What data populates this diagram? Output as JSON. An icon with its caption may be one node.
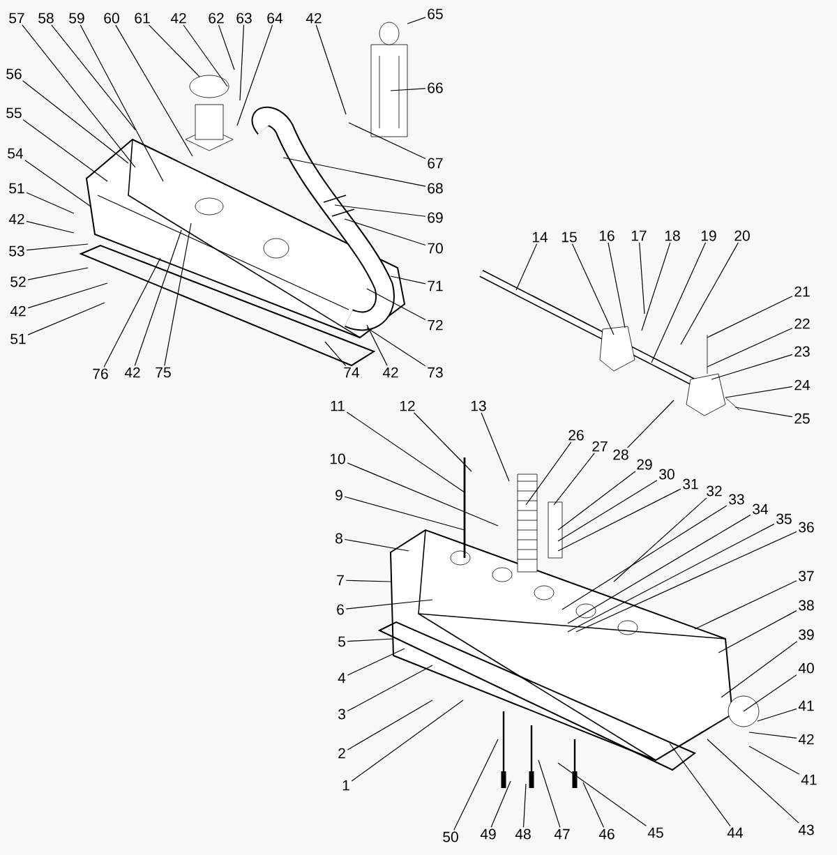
{
  "diagram": {
    "nodes": [
      {
        "text": [
          "1"
        ]
      },
      {
        "text": [
          "2"
        ]
      },
      {
        "text": [
          "3"
        ]
      },
      {
        "text": [
          "4"
        ]
      },
      {
        "text": [
          "5"
        ]
      },
      {
        "text": [
          "6"
        ]
      },
      {
        "text": [
          "7"
        ]
      },
      {
        "text": [
          "8"
        ]
      },
      {
        "text": [
          "9"
        ]
      },
      {
        "text": [
          "10"
        ]
      },
      {
        "text": [
          "11"
        ]
      },
      {
        "text": [
          "12"
        ]
      },
      {
        "text": [
          "13"
        ]
      },
      {
        "text": [
          "14"
        ]
      },
      {
        "text": [
          "15"
        ]
      },
      {
        "text": [
          "16"
        ]
      },
      {
        "text": [
          "17"
        ]
      },
      {
        "text": [
          "18"
        ]
      },
      {
        "text": [
          "19"
        ]
      },
      {
        "text": [
          "20"
        ]
      },
      {
        "text": [
          "21"
        ]
      },
      {
        "text": [
          "22"
        ]
      },
      {
        "text": [
          "23"
        ]
      },
      {
        "text": [
          "24"
        ]
      },
      {
        "text": [
          "25"
        ]
      },
      {
        "text": [
          "26"
        ]
      },
      {
        "text": [
          "27"
        ]
      },
      {
        "text": [
          "28"
        ]
      },
      {
        "text": [
          "29"
        ]
      },
      {
        "text": [
          "30"
        ]
      },
      {
        "text": [
          "31"
        ]
      },
      {
        "text": [
          "32"
        ]
      },
      {
        "text": [
          "33"
        ]
      },
      {
        "text": [
          "34"
        ]
      },
      {
        "text": [
          "35"
        ]
      },
      {
        "text": [
          "36"
        ]
      },
      {
        "text": [
          "37"
        ]
      },
      {
        "text": [
          "38"
        ]
      },
      {
        "text": [
          "39"
        ]
      },
      {
        "text": [
          "40"
        ]
      },
      {
        "text": [
          "41"
        ]
      },
      {
        "text": [
          "42"
        ]
      },
      {
        "text": [
          "41"
        ]
      },
      {
        "text": [
          "43"
        ]
      },
      {
        "text": [
          "44"
        ]
      },
      {
        "text": [
          "45"
        ]
      },
      {
        "text": [
          "46"
        ]
      },
      {
        "text": [
          "47"
        ]
      },
      {
        "text": [
          "48"
        ]
      },
      {
        "text": [
          "49"
        ]
      },
      {
        "text": [
          "50"
        ]
      },
      {
        "text": [
          "51"
        ]
      },
      {
        "text": [
          "42"
        ]
      },
      {
        "text": [
          "53"
        ]
      },
      {
        "text": [
          "52"
        ]
      },
      {
        "text": [
          "42"
        ]
      },
      {
        "text": [
          "51"
        ]
      },
      {
        "text": [
          "54"
        ]
      },
      {
        "text": [
          "55"
        ]
      },
      {
        "text": [
          "56"
        ]
      },
      {
        "text": [
          "57"
        ]
      },
      {
        "text": [
          "58"
        ]
      },
      {
        "text": [
          "59"
        ]
      },
      {
        "text": [
          "60"
        ]
      },
      {
        "text": [
          "61"
        ]
      },
      {
        "text": [
          "42"
        ]
      },
      {
        "text": [
          "62"
        ]
      },
      {
        "text": [
          "63"
        ]
      },
      {
        "text": [
          "64"
        ]
      },
      {
        "text": [
          "42"
        ]
      },
      {
        "text": [
          "65"
        ]
      },
      {
        "text": [
          "66"
        ]
      },
      {
        "text": [
          "67"
        ]
      },
      {
        "text": [
          "68"
        ]
      },
      {
        "text": [
          "69"
        ]
      },
      {
        "text": [
          "70"
        ]
      },
      {
        "text": [
          "71"
        ]
      },
      {
        "text": [
          "72"
        ]
      },
      {
        "text": [
          "73"
        ]
      },
      {
        "text": [
          "74"
        ]
      },
      {
        "text": [
          "42"
        ]
      },
      {
        "text": [
          "75"
        ]
      },
      {
        "text": [
          "42"
        ]
      },
      {
        "text": [
          "76"
        ]
      }
    ],
    "edges": [
      {
        "from": 0,
        "to": null,
        "arrow": "none"
      },
      {
        "from": 1,
        "to": null,
        "arrow": "none"
      },
      {
        "from": 2,
        "to": null,
        "arrow": "none"
      },
      {
        "from": 3,
        "to": null,
        "arrow": "none"
      },
      {
        "from": 4,
        "to": null,
        "arrow": "none"
      },
      {
        "from": 5,
        "to": null,
        "arrow": "none"
      },
      {
        "from": 6,
        "to": null,
        "arrow": "none"
      },
      {
        "from": 7,
        "to": null,
        "arrow": "none"
      },
      {
        "from": 8,
        "to": null,
        "arrow": "none"
      },
      {
        "from": 9,
        "to": null,
        "arrow": "none"
      },
      {
        "from": 10,
        "to": null,
        "arrow": "none"
      },
      {
        "from": 11,
        "to": null,
        "arrow": "none"
      },
      {
        "from": 12,
        "to": null,
        "arrow": "none"
      },
      {
        "from": 13,
        "to": null,
        "arrow": "none"
      },
      {
        "from": 14,
        "to": null,
        "arrow": "none"
      },
      {
        "from": 15,
        "to": null,
        "arrow": "none"
      },
      {
        "from": 16,
        "to": null,
        "arrow": "none"
      },
      {
        "from": 17,
        "to": null,
        "arrow": "none"
      },
      {
        "from": 18,
        "to": null,
        "arrow": "none"
      },
      {
        "from": 19,
        "to": null,
        "arrow": "none"
      },
      {
        "from": 20,
        "to": null,
        "arrow": "none"
      },
      {
        "from": 21,
        "to": null,
        "arrow": "none"
      },
      {
        "from": 22,
        "to": null,
        "arrow": "none"
      },
      {
        "from": 23,
        "to": null,
        "arrow": "none"
      },
      {
        "from": 24,
        "to": null,
        "arrow": "none"
      },
      {
        "from": 25,
        "to": null,
        "arrow": "none"
      },
      {
        "from": 26,
        "to": null,
        "arrow": "none"
      },
      {
        "from": 27,
        "to": null,
        "arrow": "none"
      },
      {
        "from": 28,
        "to": null,
        "arrow": "none"
      },
      {
        "from": 29,
        "to": null,
        "arrow": "none"
      },
      {
        "from": 30,
        "to": null,
        "arrow": "none"
      },
      {
        "from": 31,
        "to": null,
        "arrow": "none"
      },
      {
        "from": 32,
        "to": null,
        "arrow": "none"
      },
      {
        "from": 33,
        "to": null,
        "arrow": "none"
      },
      {
        "from": 34,
        "to": null,
        "arrow": "none"
      },
      {
        "from": 35,
        "to": null,
        "arrow": "none"
      },
      {
        "from": 36,
        "to": null,
        "arrow": "none"
      },
      {
        "from": 37,
        "to": null,
        "arrow": "none"
      },
      {
        "from": 38,
        "to": null,
        "arrow": "none"
      },
      {
        "from": 39,
        "to": null,
        "arrow": "none"
      },
      {
        "from": 40,
        "to": null,
        "arrow": "none"
      },
      {
        "from": 41,
        "to": null,
        "arrow": "none"
      },
      {
        "from": 42,
        "to": null,
        "arrow": "none"
      },
      {
        "from": 43,
        "to": null,
        "arrow": "none"
      },
      {
        "from": 44,
        "to": null,
        "arrow": "none"
      },
      {
        "from": 45,
        "to": null,
        "arrow": "none"
      },
      {
        "from": 46,
        "to": null,
        "arrow": "none"
      },
      {
        "from": 47,
        "to": null,
        "arrow": "none"
      },
      {
        "from": 48,
        "to": null,
        "arrow": "none"
      },
      {
        "from": 49,
        "to": null,
        "arrow": "none"
      },
      {
        "from": 50,
        "to": null,
        "arrow": "none"
      },
      {
        "from": 51,
        "to": null,
        "arrow": "none"
      },
      {
        "from": 52,
        "to": null,
        "arrow": "none"
      },
      {
        "from": 53,
        "to": null,
        "arrow": "none"
      },
      {
        "from": 54,
        "to": null,
        "arrow": "none"
      },
      {
        "from": 55,
        "to": null,
        "arrow": "none"
      },
      {
        "from": 56,
        "to": null,
        "arrow": "none"
      },
      {
        "from": 57,
        "to": null,
        "arrow": "none"
      },
      {
        "from": 58,
        "to": null,
        "arrow": "none"
      },
      {
        "from": 59,
        "to": null,
        "arrow": "none"
      },
      {
        "from": 60,
        "to": null,
        "arrow": "none"
      },
      {
        "from": 61,
        "to": null,
        "arrow": "none"
      },
      {
        "from": 62,
        "to": null,
        "arrow": "none"
      },
      {
        "from": 63,
        "to": null,
        "arrow": "none"
      },
      {
        "from": 64,
        "to": null,
        "arrow": "none"
      },
      {
        "from": 65,
        "to": null,
        "arrow": "none"
      },
      {
        "from": 66,
        "to": null,
        "arrow": "none"
      },
      {
        "from": 67,
        "to": null,
        "arrow": "none"
      },
      {
        "from": 68,
        "to": null,
        "arrow": "none"
      },
      {
        "from": 69,
        "to": null,
        "arrow": "none"
      },
      {
        "from": 70,
        "to": null,
        "arrow": "none"
      },
      {
        "from": 71,
        "to": null,
        "arrow": "none"
      },
      {
        "from": 72,
        "to": null,
        "arrow": "none"
      },
      {
        "from": 73,
        "to": null,
        "arrow": "none"
      },
      {
        "from": 74,
        "to": null,
        "arrow": "none"
      },
      {
        "from": 75,
        "to": null,
        "arrow": "none"
      },
      {
        "from": 76,
        "to": null,
        "arrow": "none"
      },
      {
        "from": 77,
        "to": null,
        "arrow": "none"
      },
      {
        "from": 78,
        "to": null,
        "arrow": "none"
      },
      {
        "from": 79,
        "to": null,
        "arrow": "none"
      },
      {
        "from": 80,
        "to": null,
        "arrow": "none"
      },
      {
        "from": 81,
        "to": null,
        "arrow": "none"
      },
      {
        "from": 82,
        "to": null,
        "arrow": "none"
      },
      {
        "from": 83,
        "to": null,
        "arrow": "none"
      }
    ]
  }
}
